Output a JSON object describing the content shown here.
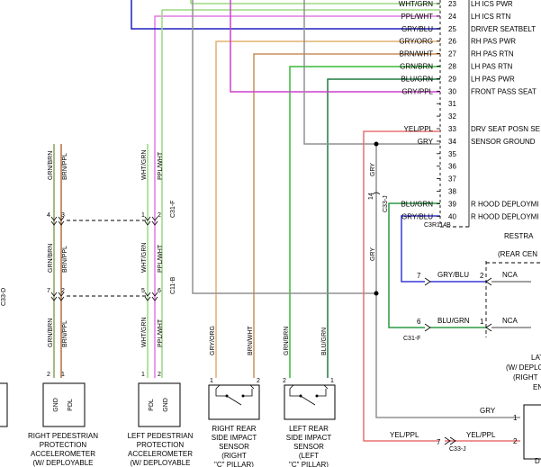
{
  "colors": {
    "grn_brn": "#8aa060",
    "brn_ppl": "#b0703c",
    "wht_grn": "#9ad880",
    "ppl_wht": "#e07ae0",
    "gry_org": "#e0b070",
    "brn_wht": "#c8905a",
    "grn_brn2": "#38b838",
    "blu_grn": "#1e7a40",
    "gry_blu": "#3a3ad8",
    "gry": "#909090",
    "yel_ppl": "#e87070",
    "blu_grn_r": "#2a9a40",
    "gry_ppl": "#cc40cc",
    "blue_top": "#2020c0"
  },
  "top_connector": {
    "pins": [
      {
        "wire": "WHT/GRN",
        "num": "23",
        "desc": "LH ICS PWR"
      },
      {
        "wire": "PPL/WHT",
        "num": "24",
        "desc": "LH ICS RTN"
      },
      {
        "wire": "GRY/BLU",
        "num": "25",
        "desc": "DRIVER SEATBELT"
      },
      {
        "wire": "GRY/ORG",
        "num": "26",
        "desc": "RH PAS PWR"
      },
      {
        "wire": "BRN/WHT",
        "num": "27",
        "desc": "RH PAS RTN"
      },
      {
        "wire": "GRN/BRN",
        "num": "28",
        "desc": "LH PAS RTN"
      },
      {
        "wire": "BLU/GRN",
        "num": "29",
        "desc": "LH PAS PWR"
      },
      {
        "wire": "GRY/PPL",
        "num": "30",
        "desc": "FRONT PASS SEAT"
      },
      {
        "wire": "",
        "num": "31",
        "desc": ""
      },
      {
        "wire": "",
        "num": "32",
        "desc": ""
      },
      {
        "wire": "YEL/PPL",
        "num": "33",
        "desc": "DRV SEAT POSN SE"
      },
      {
        "wire": "GRY",
        "num": "34",
        "desc": "SENSOR GROUND"
      },
      {
        "wire": "",
        "num": "35",
        "desc": ""
      },
      {
        "wire": "",
        "num": "36",
        "desc": ""
      },
      {
        "wire": "",
        "num": "37",
        "desc": ""
      },
      {
        "wire": "",
        "num": "38",
        "desc": ""
      },
      {
        "wire": "BLU/GRN",
        "num": "39",
        "desc": "R HOOD DEPLOYMI"
      },
      {
        "wire": "GRY/BLU",
        "num": "40",
        "desc": "R HOOD DEPLOYMI"
      }
    ],
    "connector_id": "C3R114B"
  },
  "restraint": {
    "line1": "RESTRA",
    "line2": "(REAR CEN"
  },
  "lateral": {
    "line1": "LAT",
    "line2": "(W/ DEPLO",
    "line3": "(RIGHT",
    "line4": "EN"
  },
  "right_module": {
    "pin1": "1",
    "pin2": "2",
    "label": "D"
  },
  "lower_right": {
    "gry_label": "GRY",
    "yel_label": "YEL/PPL",
    "yel_label2": "YEL/PPL",
    "c33j": "C33-J",
    "pin7": "7"
  },
  "nca_rows": [
    {
      "pin_left": "7",
      "wire": "GRY/BLU",
      "pin_right": "2",
      "nca": "NCA"
    },
    {
      "pin_left": "6",
      "wire": "BLU/GRN",
      "pin_right": "1",
      "nca": "NCA"
    }
  ],
  "c31f_right": "C31-F",
  "vertical_labels": {
    "gry_upper": "GRY",
    "gry_lower": "GRY",
    "c33j_v": "C33-J",
    "pin14": "14",
    "grn_brn": "GRN/BRN",
    "brn_ppl": "BRN/PPL",
    "wht_grn": "WHT/GRN",
    "ppl_wht": "PPL/WHT",
    "gry_org": "GRY/ORG",
    "brn_wht": "BRN/WHT",
    "grn_brn_s": "GRN/BRN",
    "blu_grn_s": "BLU/GRN",
    "c31f": "C31-F",
    "c11b": "C11-B",
    "c33d": "C33-D"
  },
  "pin_nums": {
    "p4": "4",
    "p3": "3",
    "p1a": "1",
    "p2a": "2",
    "p7": "7",
    "p2b": "2",
    "p5": "5",
    "p6": "6",
    "p2c": "2",
    "p1c": "1",
    "p1d": "1",
    "p2d": "2",
    "p1e": "1",
    "p2e": "2"
  },
  "sensors": {
    "gnd": "GND",
    "pdl": "PDL",
    "right_ped": [
      "RIGHT PEDESTRIAN",
      "PROTECTION",
      "ACCELEROMETER",
      "(W/ DEPLOYABLE"
    ],
    "left_ped": [
      "LEFT PEDESTRIAN",
      "PROTECTION",
      "ACCELEROMETER",
      "(W/ DEPLOYABLE"
    ],
    "right_rear": [
      "RIGHT REAR",
      "SIDE IMPACT",
      "SENSOR",
      "(RIGHT",
      "\"C\" PILLAR)"
    ],
    "left_rear": [
      "LEFT REAR",
      "SIDE IMPACT",
      "SENSOR",
      "(LEFT",
      "\"C\" PILLAR)"
    ]
  }
}
